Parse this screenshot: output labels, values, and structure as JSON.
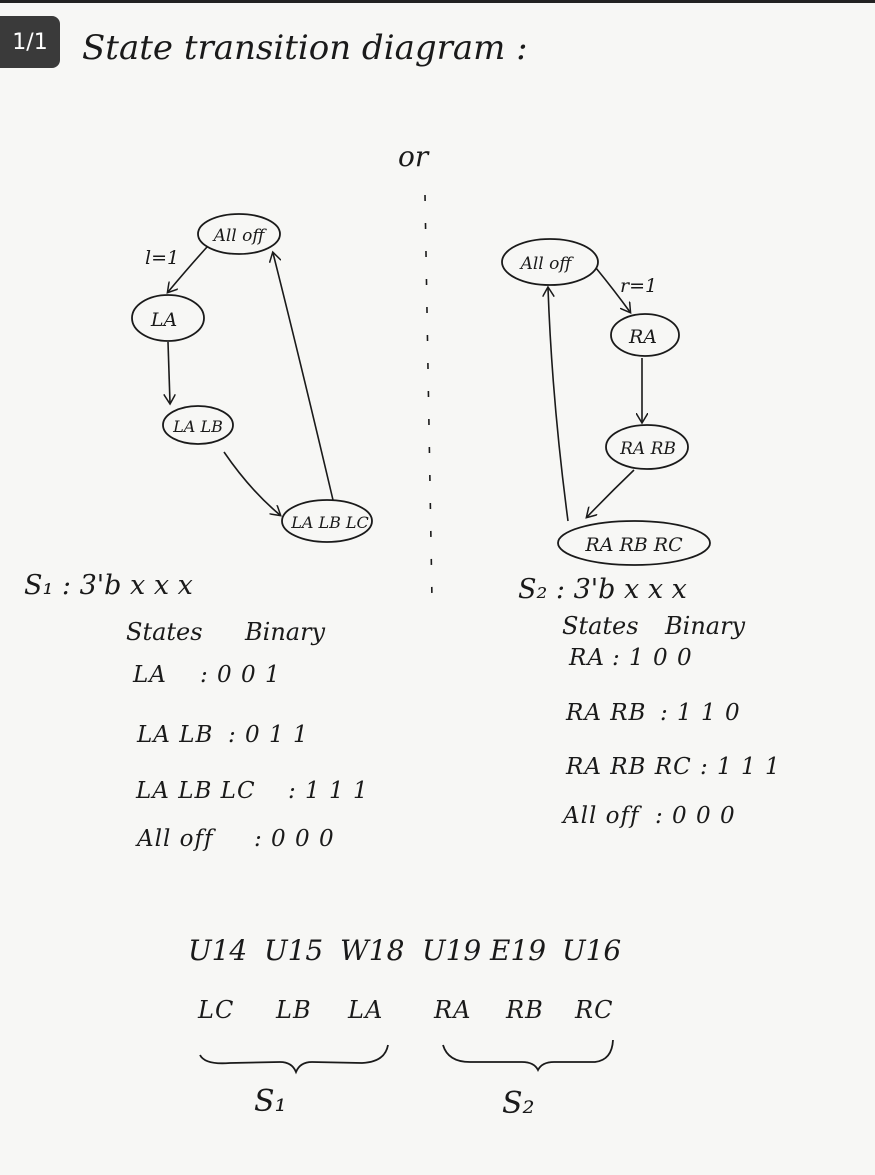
{
  "page_indicator": "1/1",
  "title": "State transition diagram :",
  "separator_text": "or",
  "left_diagram": {
    "states": [
      "All off",
      "LA",
      "LA LB",
      "LA LB LC"
    ],
    "trigger_label": "l=1"
  },
  "right_diagram": {
    "states": [
      "All off",
      "RA",
      "RA RB",
      "RA RB RC"
    ],
    "trigger_label": "r=1"
  },
  "s1": {
    "encoding": "S₁ : 3'b x x x",
    "headers": {
      "states": "States",
      "binary": "Binary"
    },
    "rows": [
      {
        "state": "LA",
        "code": ": 0 0 1"
      },
      {
        "state": "LA LB",
        "code": ": 0 1 1"
      },
      {
        "state": "LA LB LC",
        "code": ": 1 1 1"
      },
      {
        "state": "All off",
        "code": ": 0 0 0"
      }
    ]
  },
  "s2": {
    "encoding": "S₂ : 3'b x x x",
    "headers": {
      "states": "States",
      "binary": "Binary"
    },
    "rows": [
      {
        "state": "RA",
        "code": ": 1 0 0"
      },
      {
        "state": "RA RB",
        "code": ": 1 1 0"
      },
      {
        "state": "RA RB RC",
        "code": ": 1 1 1"
      },
      {
        "state": "All off",
        "code": ": 0 0 0"
      }
    ]
  },
  "pin_mapping": {
    "pins": [
      "U14",
      "U15",
      "W18",
      "U19",
      "E19",
      "U16"
    ],
    "signals": [
      "LC",
      "LB",
      "LA",
      "RA",
      "RB",
      "RC"
    ],
    "groups": [
      "S₁",
      "S₂"
    ]
  }
}
